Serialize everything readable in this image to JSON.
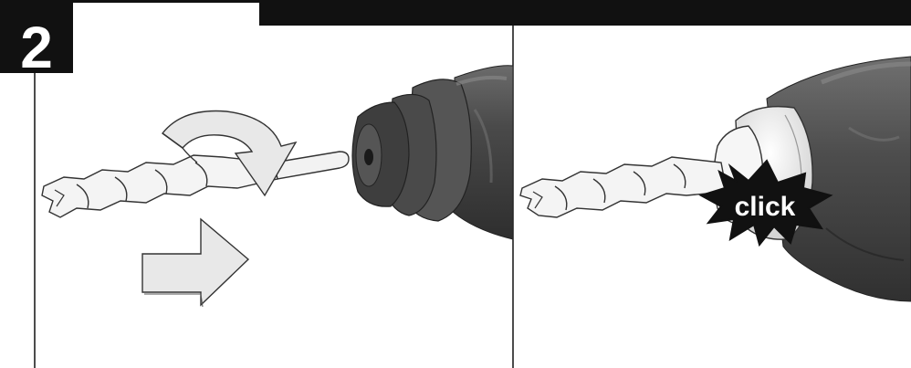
{
  "step_number": "2",
  "panels": [
    {
      "id": "insert",
      "arrows": [
        "rotate-arrow",
        "push-arrow"
      ]
    },
    {
      "id": "locked",
      "callout": "click"
    }
  ],
  "colors": {
    "black": "#111111",
    "drill_dark": "#3f3f3f",
    "drill_mid": "#6a6a6a",
    "chuck_light": "#eeeeee",
    "arrow_fill": "#e8e8e8",
    "bit_fill": "#f4f4f4"
  }
}
